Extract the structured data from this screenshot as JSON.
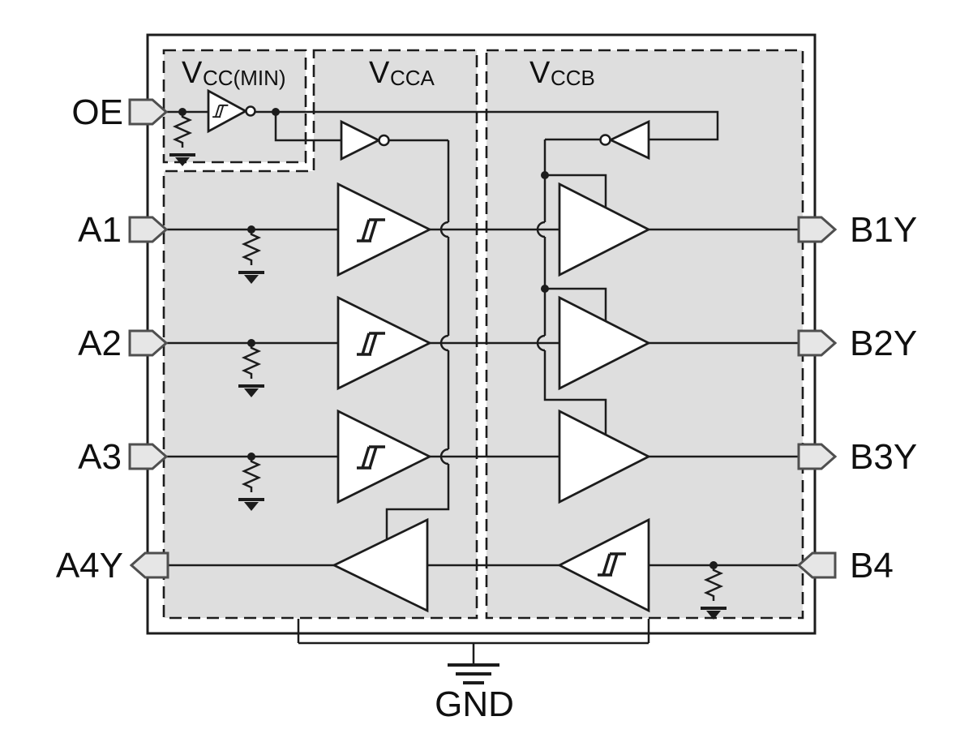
{
  "figure": {
    "kind": "logic-functional-block-diagram",
    "power_domains": [
      {
        "id": "vcc-min",
        "label_main": "V",
        "label_sub": "CC(MIN)"
      },
      {
        "id": "vcca",
        "label_main": "V",
        "label_sub": "CCA"
      },
      {
        "id": "vccb",
        "label_main": "V",
        "label_sub": "CCB"
      }
    ],
    "pins": {
      "oe": {
        "label": "OE",
        "side": "left",
        "direction": "input",
        "has_pulldown": true
      },
      "a1": {
        "label": "A1",
        "side": "left",
        "direction": "input",
        "has_pulldown": true
      },
      "a2": {
        "label": "A2",
        "side": "left",
        "direction": "input",
        "has_pulldown": true
      },
      "a3": {
        "label": "A3",
        "side": "left",
        "direction": "input",
        "has_pulldown": true
      },
      "a4y": {
        "label": "A4Y",
        "side": "left",
        "direction": "output",
        "has_pulldown": false
      },
      "b1y": {
        "label": "B1Y",
        "side": "right",
        "direction": "output",
        "has_pulldown": false
      },
      "b2y": {
        "label": "B2Y",
        "side": "right",
        "direction": "output",
        "has_pulldown": false
      },
      "b3y": {
        "label": "B3Y",
        "side": "right",
        "direction": "output",
        "has_pulldown": false
      },
      "b4": {
        "label": "B4",
        "side": "right",
        "direction": "input",
        "has_pulldown": true
      }
    },
    "ground": {
      "label": "GND"
    },
    "components": [
      {
        "id": "oe-schmitt-inverter",
        "type": "schmitt-trigger-inverter"
      },
      {
        "id": "vcca-enable-inverter",
        "type": "inverter"
      },
      {
        "id": "vccb-enable-inverter",
        "type": "inverter"
      },
      {
        "id": "a1-schmitt-buffer",
        "type": "schmitt-trigger-buffer"
      },
      {
        "id": "a2-schmitt-buffer",
        "type": "schmitt-trigger-buffer"
      },
      {
        "id": "a3-schmitt-buffer",
        "type": "schmitt-trigger-buffer"
      },
      {
        "id": "b1y-output-buffer",
        "type": "tri-state-buffer"
      },
      {
        "id": "b2y-output-buffer",
        "type": "tri-state-buffer"
      },
      {
        "id": "b3y-output-buffer",
        "type": "tri-state-buffer"
      },
      {
        "id": "b4-schmitt-buffer",
        "type": "schmitt-trigger-buffer"
      },
      {
        "id": "a4y-output-buffer",
        "type": "buffer"
      }
    ]
  },
  "colors": {
    "background": "#ffffff",
    "region_fill": "#dedede",
    "line": "#1c1c1c",
    "pin_fill": "#e6e6e6",
    "pin_stroke": "#4f4f4f",
    "text": "#101010"
  }
}
